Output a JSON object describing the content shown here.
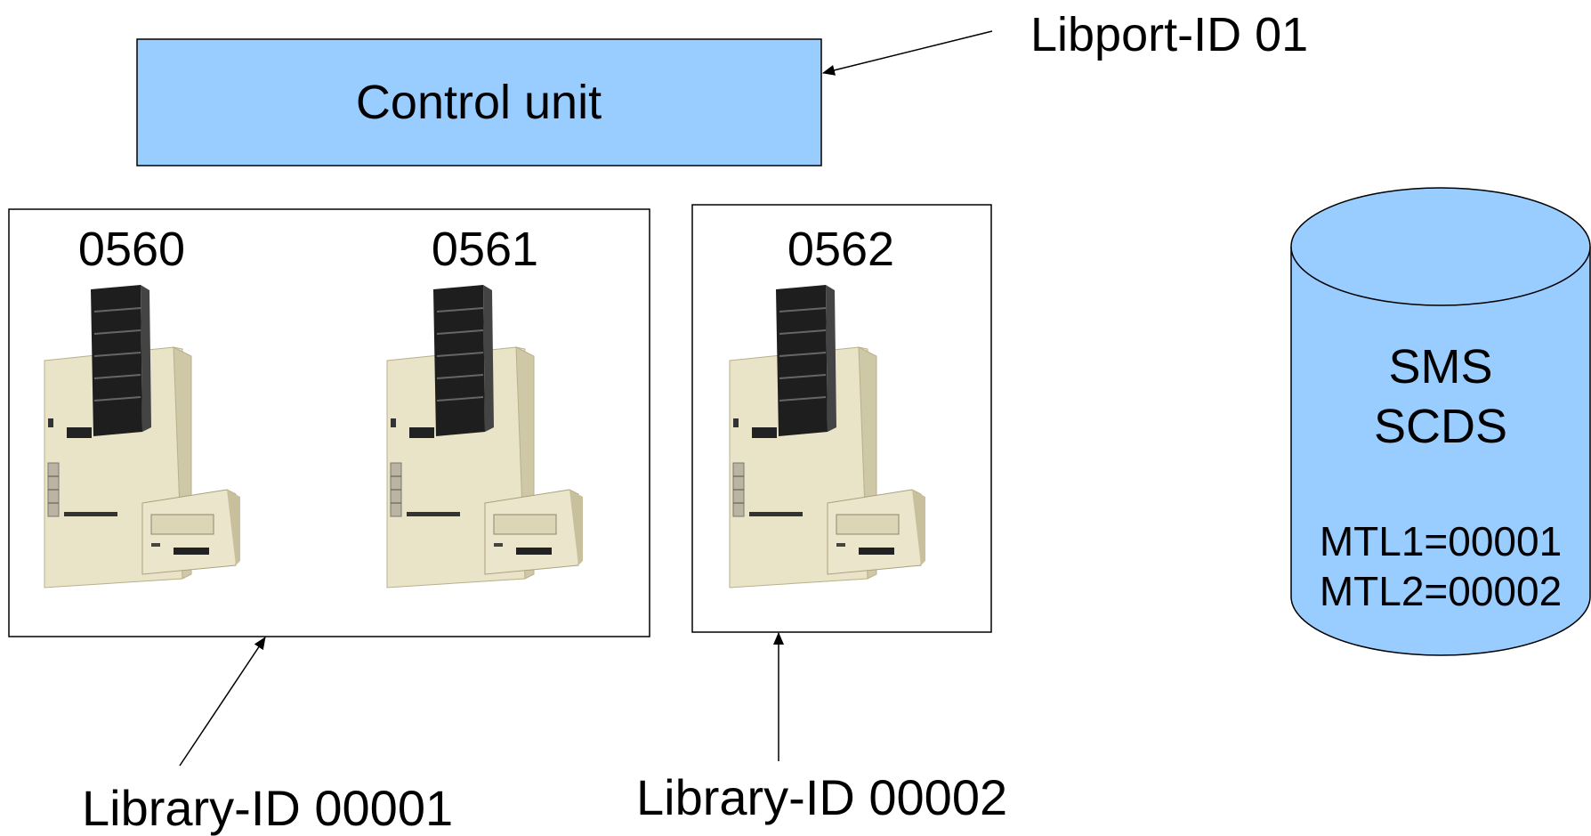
{
  "control_unit": {
    "label": "Control unit",
    "fill": "#99ccff"
  },
  "libport": {
    "label": "Libport-ID 01"
  },
  "devices": [
    {
      "address": "0560"
    },
    {
      "address": "0561"
    },
    {
      "address": "0562"
    }
  ],
  "libraries": [
    {
      "label": "Library-ID 00001"
    },
    {
      "label": "Library-ID 00002"
    }
  ],
  "cds": {
    "title_line1": "SMS",
    "title_line2": "SCDS",
    "mtl_lines": [
      "MTL1=00001",
      "MTL2=00002"
    ],
    "fill": "#99ccff"
  },
  "icons": {
    "tape_drive": "tape-drive-icon"
  },
  "colors": {
    "tower": "#1c1c1c",
    "chassis": "#e8e2c6",
    "chassis_shadow": "#c9c2a0",
    "stroke": "#000000"
  }
}
